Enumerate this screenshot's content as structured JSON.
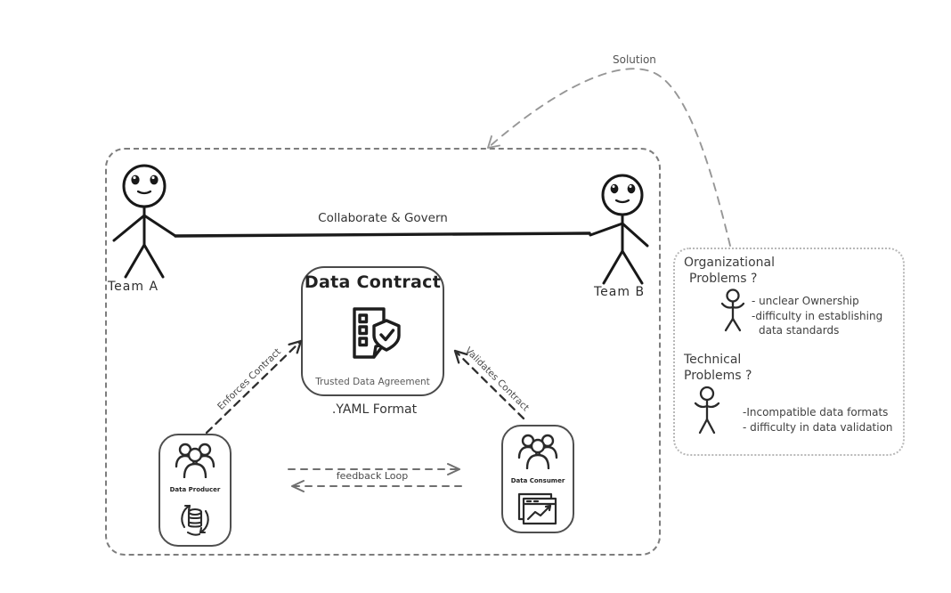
{
  "solution": {
    "label": "Solution"
  },
  "main_diagram": {
    "team_a_label": "Team A",
    "team_b_label": "Team B",
    "collaborate_label": "Collaborate & Govern",
    "contract": {
      "title": "Data Contract",
      "subtitle": "Trusted Data Agreement",
      "format_label": ".YAML Format"
    },
    "producer": {
      "label": "Data Producer"
    },
    "consumer": {
      "label": "Data Consumer"
    },
    "enforces_label": "Enforces Contract",
    "validates_label": "Validates Contract",
    "feedback_label": "feedback Loop"
  },
  "problems_panel": {
    "organizational": {
      "title_line1": "Organizational",
      "title_line2": "Problems ?",
      "items": [
        "- unclear Ownership",
        "-difficulty in establishing",
        "data standards"
      ]
    },
    "technical": {
      "title_line1": "Technical",
      "title_line2": "Problems ?",
      "items": [
        "-Incompatible data formats",
        "- difficulty in data validation"
      ]
    }
  },
  "colors": {
    "ink": "#2f2f2f",
    "dashed_gray": "#8f8f8f",
    "border_dotted": "#b8b8b8",
    "background": "#ffffff"
  }
}
